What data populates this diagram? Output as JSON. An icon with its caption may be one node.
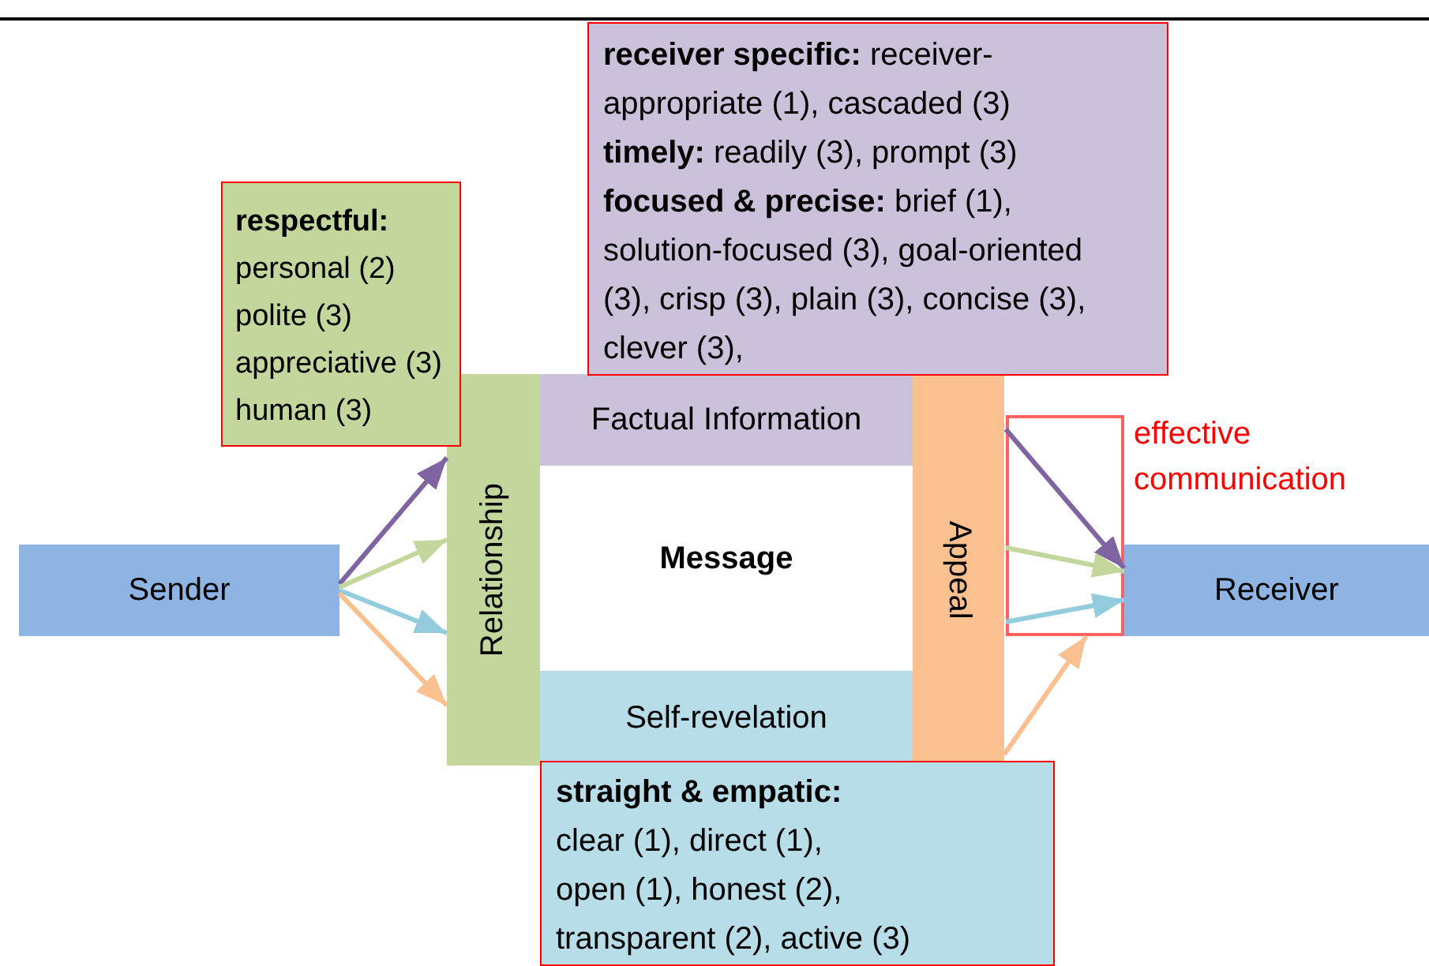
{
  "diagram": {
    "nodes": [
      {
        "text": [
          "Sender"
        ]
      },
      {
        "text": [
          "Relationship"
        ]
      },
      {
        "text": [
          "Factual Information"
        ]
      },
      {
        "text": [
          "Appeal"
        ]
      },
      {
        "text": [
          "Self-revelation"
        ]
      },
      {
        "text": [
          "Receiver"
        ]
      },
      {
        "text": [
          "respectful:",
          "personal (2)",
          "polite (3)",
          "appreciative (3)",
          "human (3)"
        ]
      },
      {
        "text": [
          "**receiver specific:** receiver-appropriate (1), cascaded (3)",
          "**timely:** readily (3), prompt (3)",
          "**focused & precise:** brief (1), solution-focused (3), goal-oriented (3), crisp (3), plain (3), concise (3), clever (3),"
        ]
      },
      {
        "text": [
          "straight & empatic:",
          "clear (1), direct (1),",
          "open (1), honest (2),",
          "transparent (2), active (3)"
        ]
      },
      {
        "text": [],
        "shape": "box",
        "beside": [
          "effective communication"
        ]
      }
    ],
    "edges": [
      {
        "from": 0,
        "to": 1,
        "arrow": "to",
        "color": "#8064a2"
      },
      {
        "from": 0,
        "to": 1,
        "arrow": "to",
        "color": "#c3d69b"
      },
      {
        "from": 0,
        "to": 1,
        "arrow": "to",
        "color": "#93cddd"
      },
      {
        "from": 0,
        "to": 1,
        "arrow": "to",
        "color": "#fac090"
      },
      {
        "from": 9,
        "to": 5,
        "arrow": "to",
        "color": "#8064a2"
      },
      {
        "from": 9,
        "to": 5,
        "arrow": "to",
        "color": "#c3d69b"
      },
      {
        "from": 9,
        "to": 5,
        "arrow": "to",
        "color": "#93cddd"
      },
      {
        "from": 3,
        "to": 9,
        "arrow": "to",
        "color": "#fac090"
      }
    ],
    "labels": [
      "Message"
    ]
  }
}
